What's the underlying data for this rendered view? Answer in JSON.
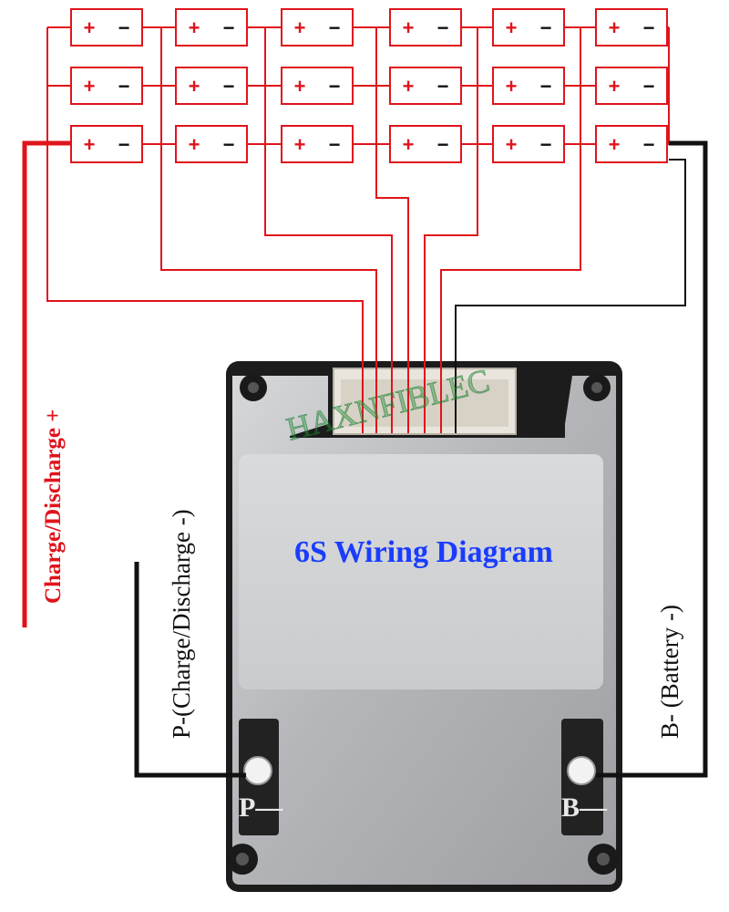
{
  "title": "6S Wiring Diagram",
  "watermark": "HAXNFIBLEC",
  "labels": {
    "charge_plus": "Charge/Discharge +",
    "p_minus": "P-(Charge/Discharge -)",
    "b_minus": "B- (Battery -)"
  },
  "pads": {
    "p": "P—",
    "b": "B—"
  },
  "cell_signs": {
    "positive": "+",
    "negative": "−"
  },
  "colors": {
    "wire_red": "#e0141c",
    "wire_black": "#111111",
    "title": "#1a3cff",
    "board": "#b9bbbd"
  },
  "pack": {
    "series_groups": 6,
    "parallel_cells": 3
  }
}
